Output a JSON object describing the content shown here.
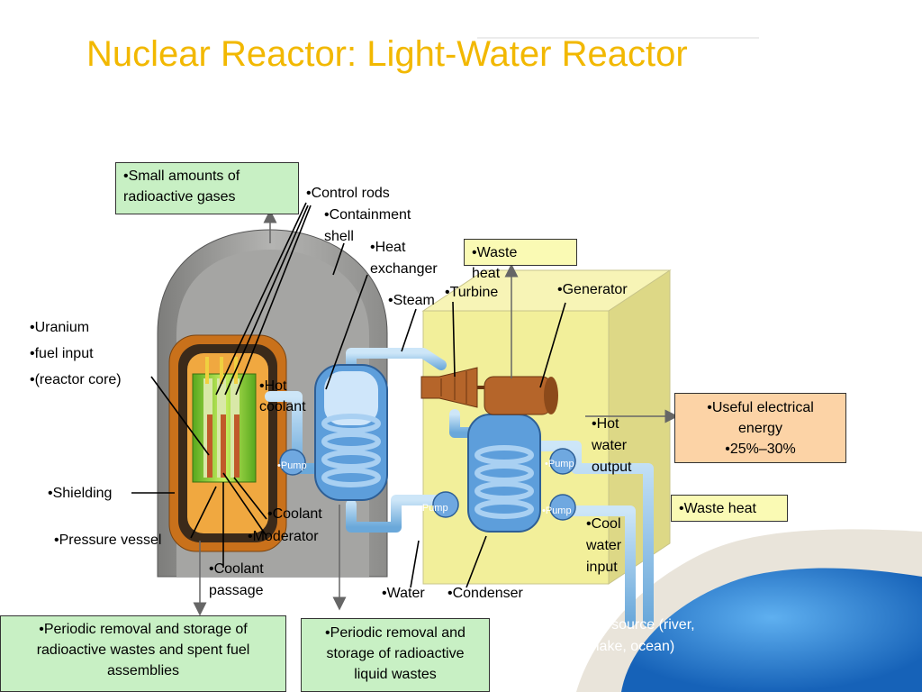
{
  "title": "Nuclear Reactor:  Light-Water Reactor",
  "labels": {
    "control_rods": "•Control rods",
    "containment_1": "•Containment",
    "containment_2": "shell",
    "heat_ex_1": "•Heat",
    "heat_ex_2": "exchanger",
    "steam": "•Steam",
    "turbine": "•Turbine",
    "generator": "•Generator",
    "uranium": "•Uranium",
    "fuel_input": "•fuel input",
    "reactor_core": "•(reactor core)",
    "hot_coolant_1": "•Hot",
    "hot_coolant_2": "coolant",
    "pump": "•Pump",
    "shielding": "•Shielding",
    "coolant": "•Coolant",
    "moderator": "•Moderator",
    "pressure_vessel": "•Pressure vessel",
    "coolant_passage_1": "•Coolant",
    "coolant_passage_2": "passage",
    "water": "•Water",
    "condenser": "•Condenser",
    "hot_water_1": "•Hot",
    "hot_water_2": "water",
    "hot_water_3": "output",
    "cool_water_1": "•Cool",
    "cool_water_2": "water",
    "cool_water_3": "input",
    "water_source_1": "•Water source (river,",
    "water_source_2": "lake, ocean)"
  },
  "boxes": {
    "radioactive_gases_1": "•Small amounts of",
    "radioactive_gases_2": "radioactive gases",
    "waste_heat_top_1": "•Waste",
    "waste_heat_top_2": "heat",
    "useful_energy_1": "•Useful electrical",
    "useful_energy_2": "energy",
    "useful_energy_3": "•25%–30%",
    "waste_heat_right": "•Waste heat",
    "removal_solid_1": "•Periodic removal and storage of",
    "removal_solid_2": "radioactive wastes and spent fuel",
    "removal_solid_3": "assemblies",
    "removal_liquid_1": "•Periodic removal and",
    "removal_liquid_2": "storage of radioactive",
    "removal_liquid_3": "liquid wastes"
  },
  "colors": {
    "title": "#f2b800",
    "green_box": "#c8f0c4",
    "yellow_box": "#fafab4",
    "orange_box": "#fcd3a6",
    "pipe": "#8ec3ea",
    "dome": "#9a9a98",
    "turbine_building": "#f2ef9a",
    "water": "#2f7fd0"
  }
}
